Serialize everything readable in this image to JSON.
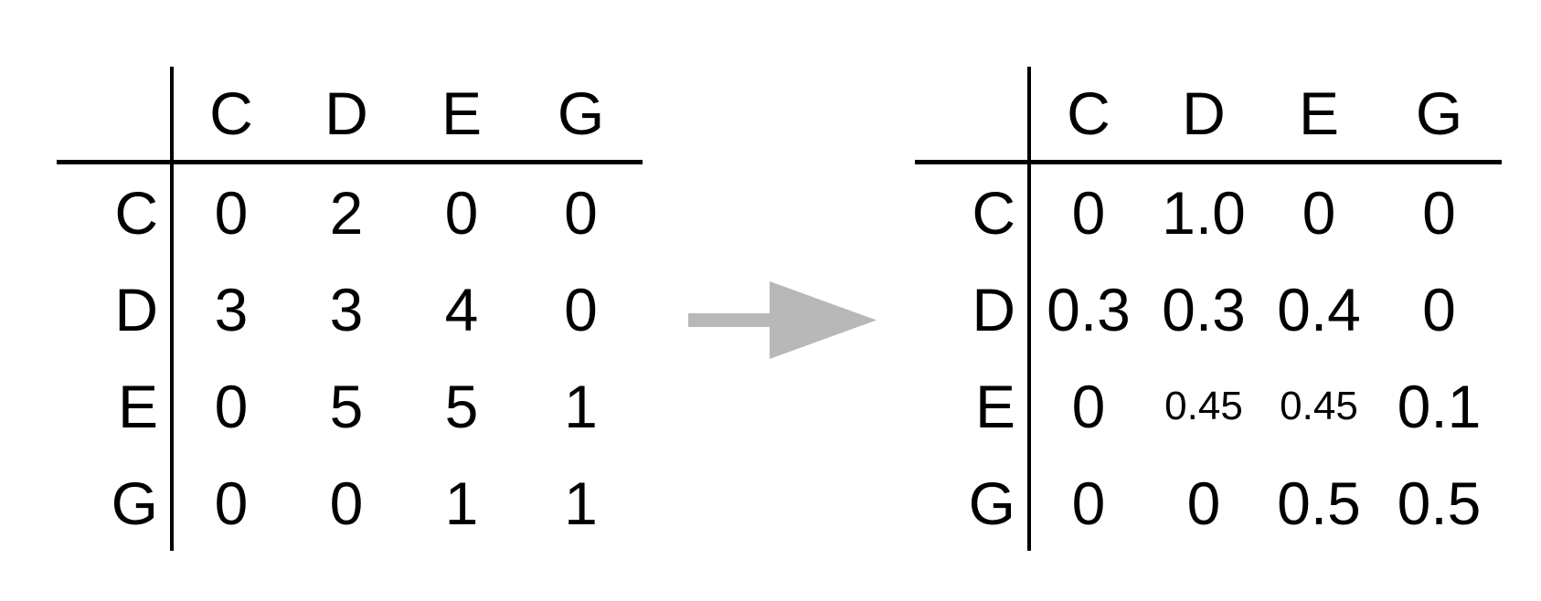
{
  "figure": {
    "kind": "count-matrix to transition-probability-matrix transformation",
    "background_color": "#ffffff",
    "text_color": "#000000",
    "line_color": "#000000"
  },
  "left_table": {
    "col_headers": [
      "C",
      "D",
      "E",
      "G"
    ],
    "rows": [
      {
        "label": "C",
        "values": [
          "0",
          "2",
          "0",
          "0"
        ]
      },
      {
        "label": "D",
        "values": [
          "3",
          "3",
          "4",
          "0"
        ]
      },
      {
        "label": "E",
        "values": [
          "0",
          "5",
          "5",
          "1"
        ]
      },
      {
        "label": "G",
        "values": [
          "0",
          "0",
          "1",
          "1"
        ]
      }
    ]
  },
  "arrow": {
    "direction": "right",
    "color": "#b8b8b8"
  },
  "right_table": {
    "col_headers": [
      "C",
      "D",
      "E",
      "G"
    ],
    "rows": [
      {
        "label": "C",
        "values": [
          "0",
          "1.0",
          "0",
          "0"
        ]
      },
      {
        "label": "D",
        "values": [
          "0.3",
          "0.3",
          "0.4",
          "0"
        ]
      },
      {
        "label": "E",
        "values": [
          "0",
          "0.45",
          "0.45",
          "0.1"
        ]
      },
      {
        "label": "G",
        "values": [
          "0",
          "0",
          "0.5",
          "0.5"
        ]
      }
    ]
  },
  "chart_data": [
    {
      "type": "table",
      "title": "",
      "columns": [
        "C",
        "D",
        "E",
        "G"
      ],
      "row_labels": [
        "C",
        "D",
        "E",
        "G"
      ],
      "values": [
        [
          0,
          2,
          0,
          0
        ],
        [
          3,
          3,
          4,
          0
        ],
        [
          0,
          5,
          5,
          1
        ],
        [
          0,
          0,
          1,
          1
        ]
      ]
    },
    {
      "type": "table",
      "title": "",
      "columns": [
        "C",
        "D",
        "E",
        "G"
      ],
      "row_labels": [
        "C",
        "D",
        "E",
        "G"
      ],
      "values": [
        [
          0,
          1.0,
          0,
          0
        ],
        [
          0.3,
          0.3,
          0.4,
          0
        ],
        [
          0,
          0.45,
          0.45,
          0.1
        ],
        [
          0,
          0,
          0.5,
          0.5
        ]
      ]
    }
  ]
}
